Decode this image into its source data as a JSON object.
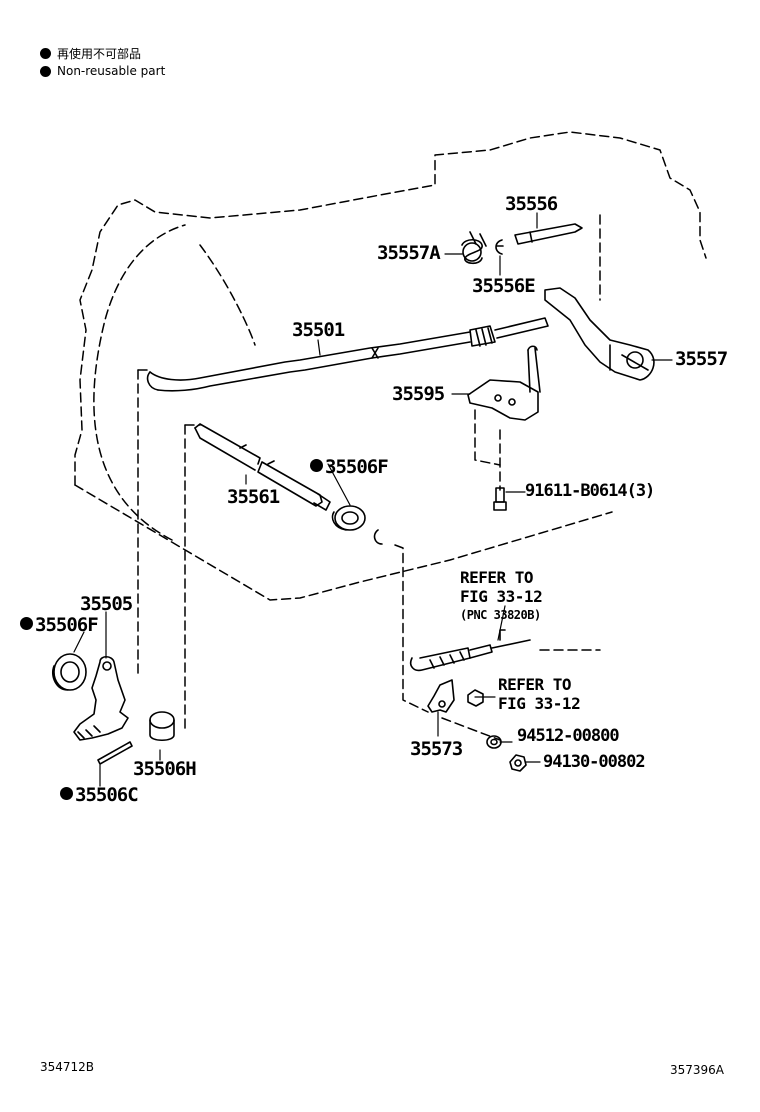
{
  "legend": {
    "line1": "再使用不可部品",
    "line2": "Non-reusable part"
  },
  "parts": {
    "p35556": "35556",
    "p35557A": "35557A",
    "p35556E": "35556E",
    "p35501": "35501",
    "p35557": "35557",
    "p35595": "35595",
    "p35506F_upper": "35506F",
    "p35561": "35561",
    "p91611": "91611-B0614(3)",
    "p35505": "35505",
    "p35506F_lower": "35506F",
    "p35506H": "35506H",
    "p35506C": "35506C",
    "p35573": "35573",
    "p94512": "94512-00800",
    "p94130": "94130-00802"
  },
  "refs": {
    "ref1_line1": "REFER TO",
    "ref1_line2": "FIG 33-12",
    "ref1_line3": "(PNC 33820B)",
    "ref2_line1": "REFER TO",
    "ref2_line2": "FIG 33-12"
  },
  "codes": {
    "left": "354712B",
    "right": "357396A"
  }
}
